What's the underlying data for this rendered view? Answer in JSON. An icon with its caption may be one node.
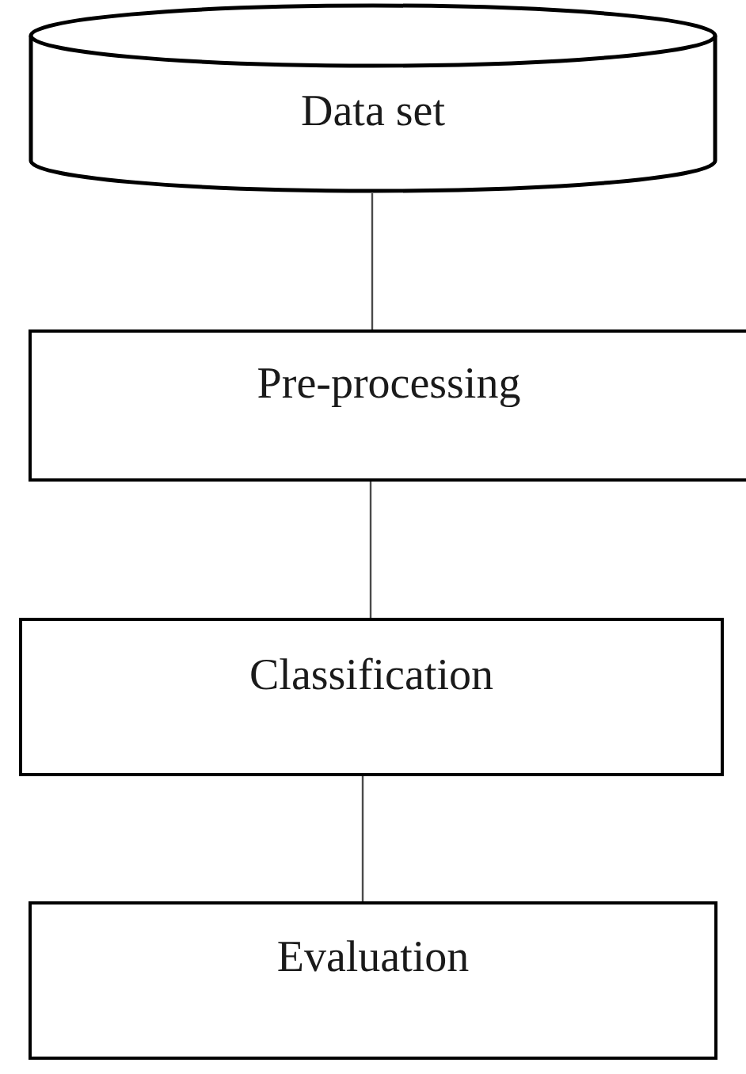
{
  "diagram": {
    "nodes": [
      {
        "text": [
          "Data set"
        ]
      },
      {
        "text": [
          "Pre-processing"
        ]
      },
      {
        "text": [
          "Classification"
        ]
      },
      {
        "text": [
          "Evaluation"
        ]
      }
    ],
    "edges": [
      {
        "from": 0,
        "to": 1,
        "arrow": "none"
      },
      {
        "from": 1,
        "to": 2,
        "arrow": "none"
      },
      {
        "from": 2,
        "to": 3,
        "arrow": "none"
      }
    ]
  }
}
